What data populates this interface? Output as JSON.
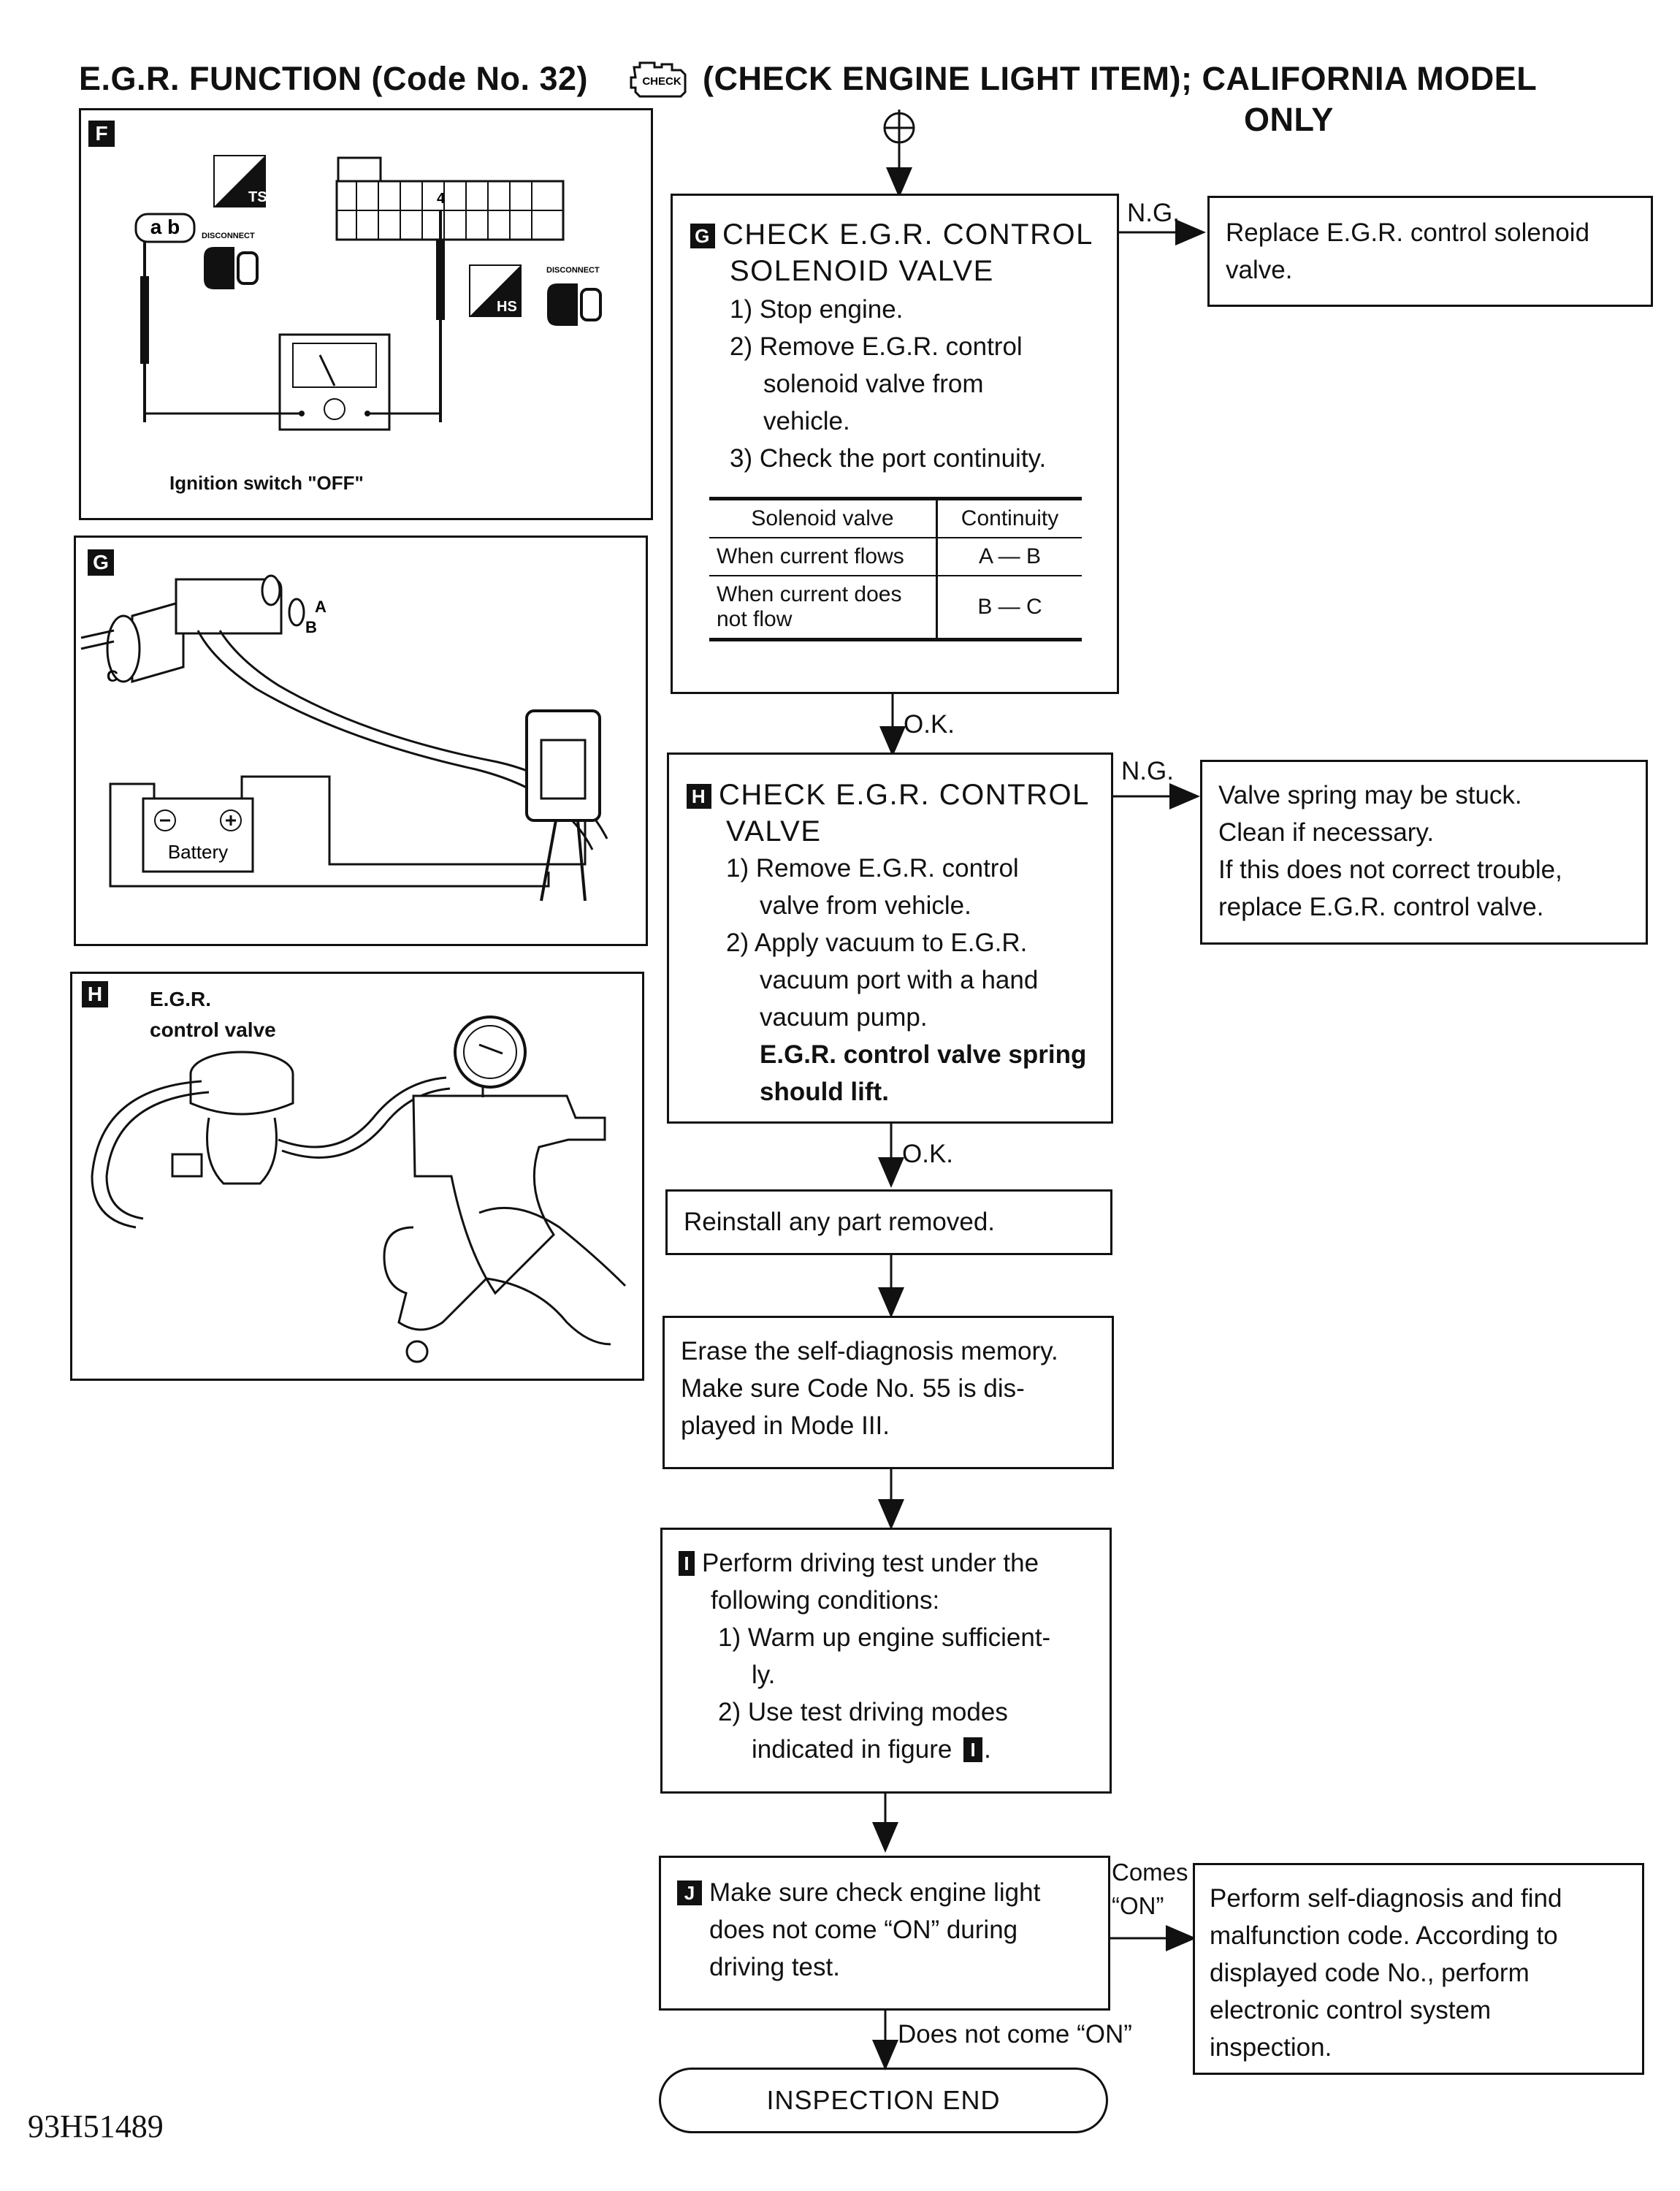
{
  "title": {
    "part1": "E.G.R.  FUNCTION  (Code No. 32)",
    "icon_text": "CHECK",
    "part2": "(CHECK  ENGINE  LIGHT  ITEM);  CALIFORNIA  MODEL",
    "part3": "ONLY"
  },
  "figures": {
    "F": {
      "tag": "F",
      "caption": "Ignition switch \"OFF\"",
      "probe_label": "a b",
      "ts_label": "TS",
      "hs_label": "HS",
      "disconnect": "DISCONNECT",
      "pin_number": "4"
    },
    "G": {
      "tag": "G",
      "battery_label": "Battery",
      "port_a": "A",
      "port_b": "B",
      "port_c": "C"
    },
    "H": {
      "tag": "H",
      "label_line1": "E.G.R.",
      "label_line2": "control valve"
    }
  },
  "flow": {
    "G": {
      "badge": "G",
      "heading1": "CHECK  E.G.R.  CONTROL",
      "heading2": "SOLENOID  VALVE",
      "steps": [
        "1) Stop engine.",
        "2) Remove E.G.R. control solenoid valve from vehicle.",
        "3) Check the port continuity."
      ],
      "table": {
        "headers": [
          "Solenoid valve",
          "Continuity"
        ],
        "rows": [
          [
            "When current flows",
            "A — B"
          ],
          [
            "When current does not flow",
            "B — C"
          ]
        ]
      },
      "ng_label": "N.G.",
      "ng_action": "Replace E.G.R. control solenoid valve.",
      "ok_label": "O.K."
    },
    "H": {
      "badge": "H",
      "heading1": "CHECK  E.G.R.  CONTROL",
      "heading2": "VALVE",
      "steps": [
        "1) Remove E.G.R. control valve from vehicle.",
        "2) Apply vacuum to E.G.R. vacuum port with a hand vacuum pump."
      ],
      "note": "E.G.R. control valve spring should lift.",
      "ng_label": "N.G.",
      "ng_action": [
        "Valve spring may be stuck.",
        "Clean if necessary.",
        "If this does not correct trouble,",
        "replace E.G.R. control valve."
      ],
      "ok_label": "O.K."
    },
    "reinstall": "Reinstall any part removed.",
    "erase": [
      "Erase the self-diagnosis memory.",
      "Make sure Code No. 55 is dis-",
      "played in Mode III."
    ],
    "I": {
      "badge": "I",
      "line1": "Perform driving test under the",
      "line2": "following conditions:",
      "step1": "1) Warm up engine sufficient-",
      "step1b": "ly.",
      "step2": "2) Use test driving modes",
      "step2b": "indicated in figure",
      "step2_ref": "I",
      "step2_end": "."
    },
    "J": {
      "badge": "J",
      "line1": "Make sure check engine light",
      "line2": "does not come “ON” during",
      "line3": "driving test.",
      "comes_on_label1": "Comes",
      "comes_on_label2": "“ON”",
      "comes_on_action": [
        "Perform self-diagnosis and find",
        "malfunction code. According to",
        "displayed code No., perform",
        "electronic control system",
        "inspection."
      ],
      "not_on_label": "Does not come “ON”"
    },
    "end": "INSPECTION  END"
  },
  "doc_id": "93H51489"
}
